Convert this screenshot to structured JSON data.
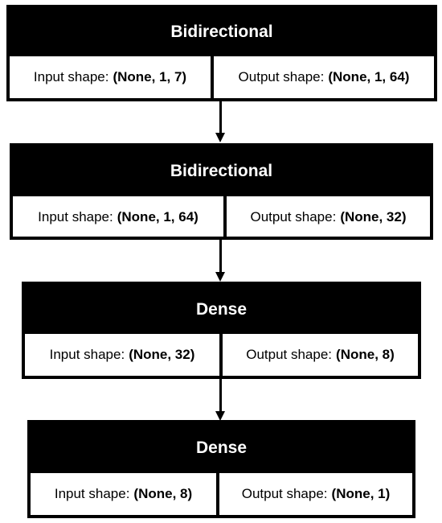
{
  "layers": [
    {
      "name": "Bidirectional",
      "input_label": "Input shape:",
      "input_value": "(None, 1, 7)",
      "output_label": "Output shape:",
      "output_value": "(None, 1, 64)"
    },
    {
      "name": "Bidirectional",
      "input_label": "Input shape:",
      "input_value": "(None, 1, 64)",
      "output_label": "Output shape:",
      "output_value": "(None, 32)"
    },
    {
      "name": "Dense",
      "input_label": "Input shape:",
      "input_value": "(None, 32)",
      "output_label": "Output shape:",
      "output_value": "(None, 8)"
    },
    {
      "name": "Dense",
      "input_label": "Input shape:",
      "input_value": "(None, 8)",
      "output_label": "Output shape:",
      "output_value": "(None, 1)"
    }
  ]
}
